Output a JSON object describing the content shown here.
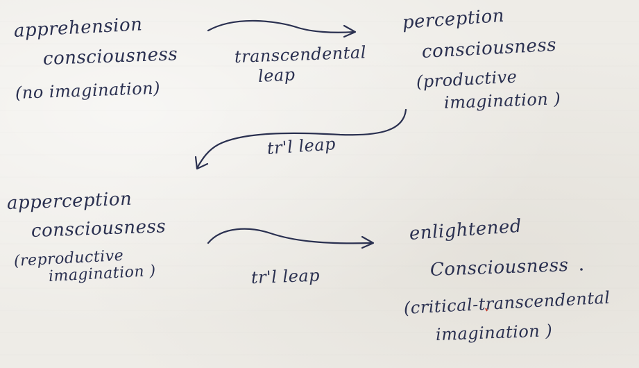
{
  "diagram": {
    "stages": [
      {
        "title": "apprehension",
        "subtitle": "consciousness",
        "note": "(no imagination)"
      },
      {
        "title": "perception",
        "subtitle": "consciousness",
        "note_line1": "(productive",
        "note_line2": "imagination )"
      },
      {
        "title": "apperception",
        "subtitle": "consciousness",
        "note_line1": "(reproductive",
        "note_line2": "imagination )"
      },
      {
        "title": "enlightened",
        "subtitle": "Consciousness",
        "note_line1": "(critical-transcendental",
        "note_line2": "imagination )"
      }
    ],
    "transitions": [
      {
        "line1": "transcendental",
        "line2": "leap"
      },
      {
        "label": "tr'l leap"
      },
      {
        "label": "tr'l leap"
      }
    ]
  }
}
